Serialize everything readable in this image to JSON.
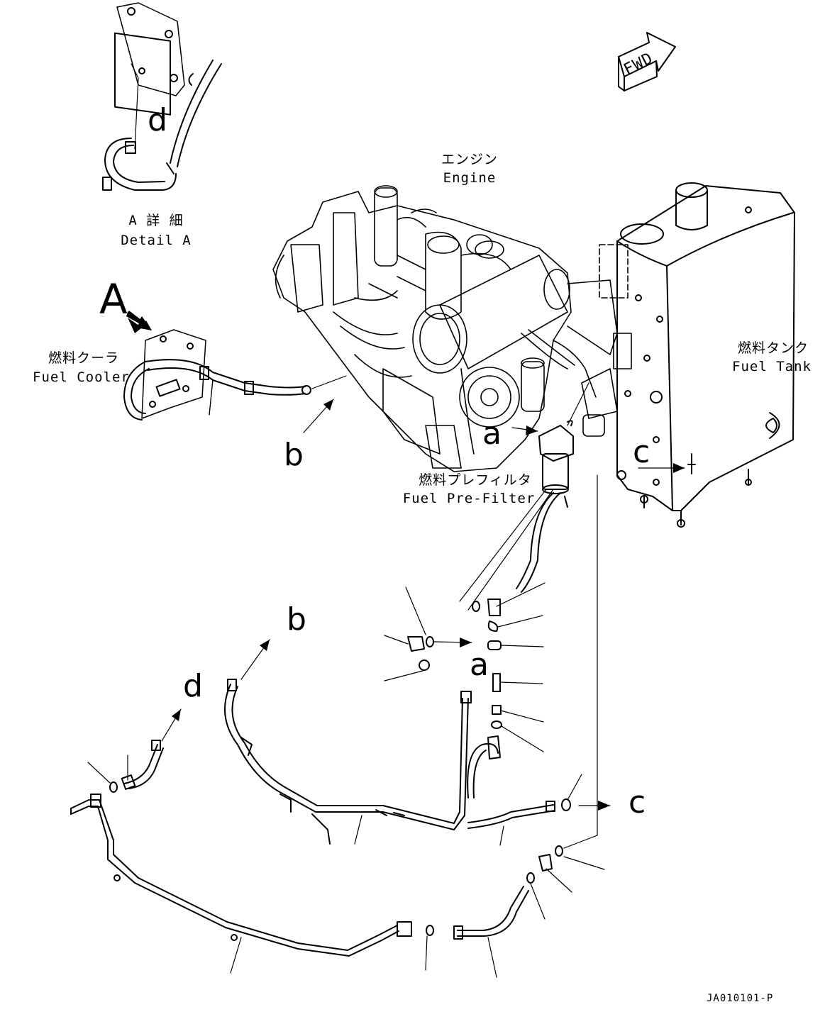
{
  "forward": "FWD",
  "detail_a": {
    "jp": "A 詳 細",
    "en": "Detail A"
  },
  "engine": {
    "jp": "エンジン",
    "en": "Engine"
  },
  "fuel_cooler": {
    "jp": "燃料クーラ",
    "en": "Fuel Cooler"
  },
  "fuel_tank": {
    "jp": "燃料タンク",
    "en": "Fuel Tank"
  },
  "fuel_prefilter": {
    "jp": "燃料プレフィルタ",
    "en": "Fuel Pre-Filter"
  },
  "view_marker": "A",
  "callouts": {
    "a": "a",
    "b": "b",
    "c": "c",
    "d": "d"
  },
  "drawing_code": "JA010101-P"
}
